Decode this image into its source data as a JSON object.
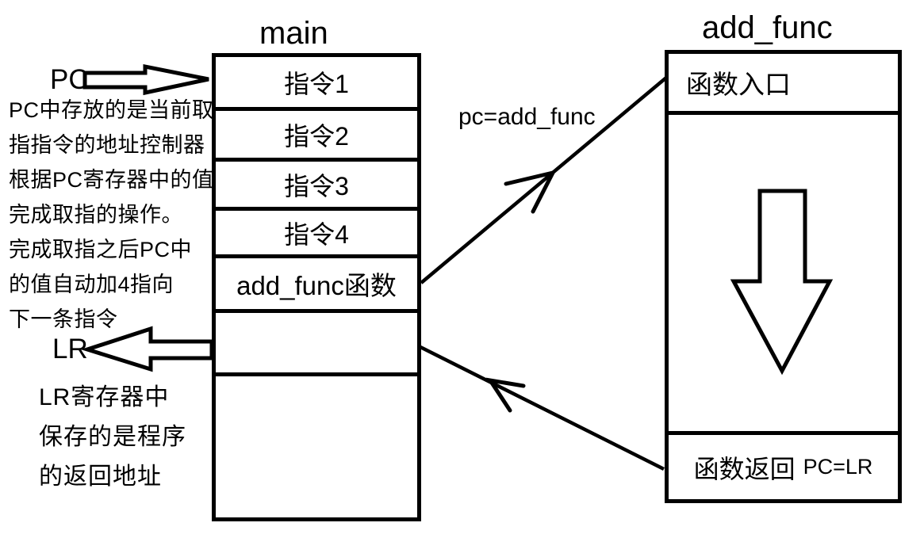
{
  "diagram": {
    "main_box": {
      "title": "main",
      "rows": [
        {
          "label": "指令1"
        },
        {
          "label": "指令2"
        },
        {
          "label": "指令3"
        },
        {
          "label": "指令4"
        },
        {
          "label": "add_func函数"
        },
        {
          "label": ""
        },
        {
          "label": ""
        }
      ]
    },
    "add_func_box": {
      "title": "add_func",
      "entry_label": "函数入口",
      "return_label": "函数返回",
      "return_annotation": "PC=LR"
    },
    "call_arrow_label": "pc=add_func",
    "pc": {
      "label": "PC",
      "description_lines": [
        "PC中存放的是当前取",
        "指指令的地址控制器",
        "根据PC寄存器中的值",
        "完成取指的操作。",
        "完成取指之后PC中",
        "的值自动加4指向",
        "下一条指令"
      ]
    },
    "lr": {
      "label": "LR",
      "description_lines": [
        "LR寄存器中",
        "保存的是程序",
        "的返回地址"
      ]
    },
    "colors": {
      "ink": "#000000",
      "background": "#ffffff"
    }
  }
}
